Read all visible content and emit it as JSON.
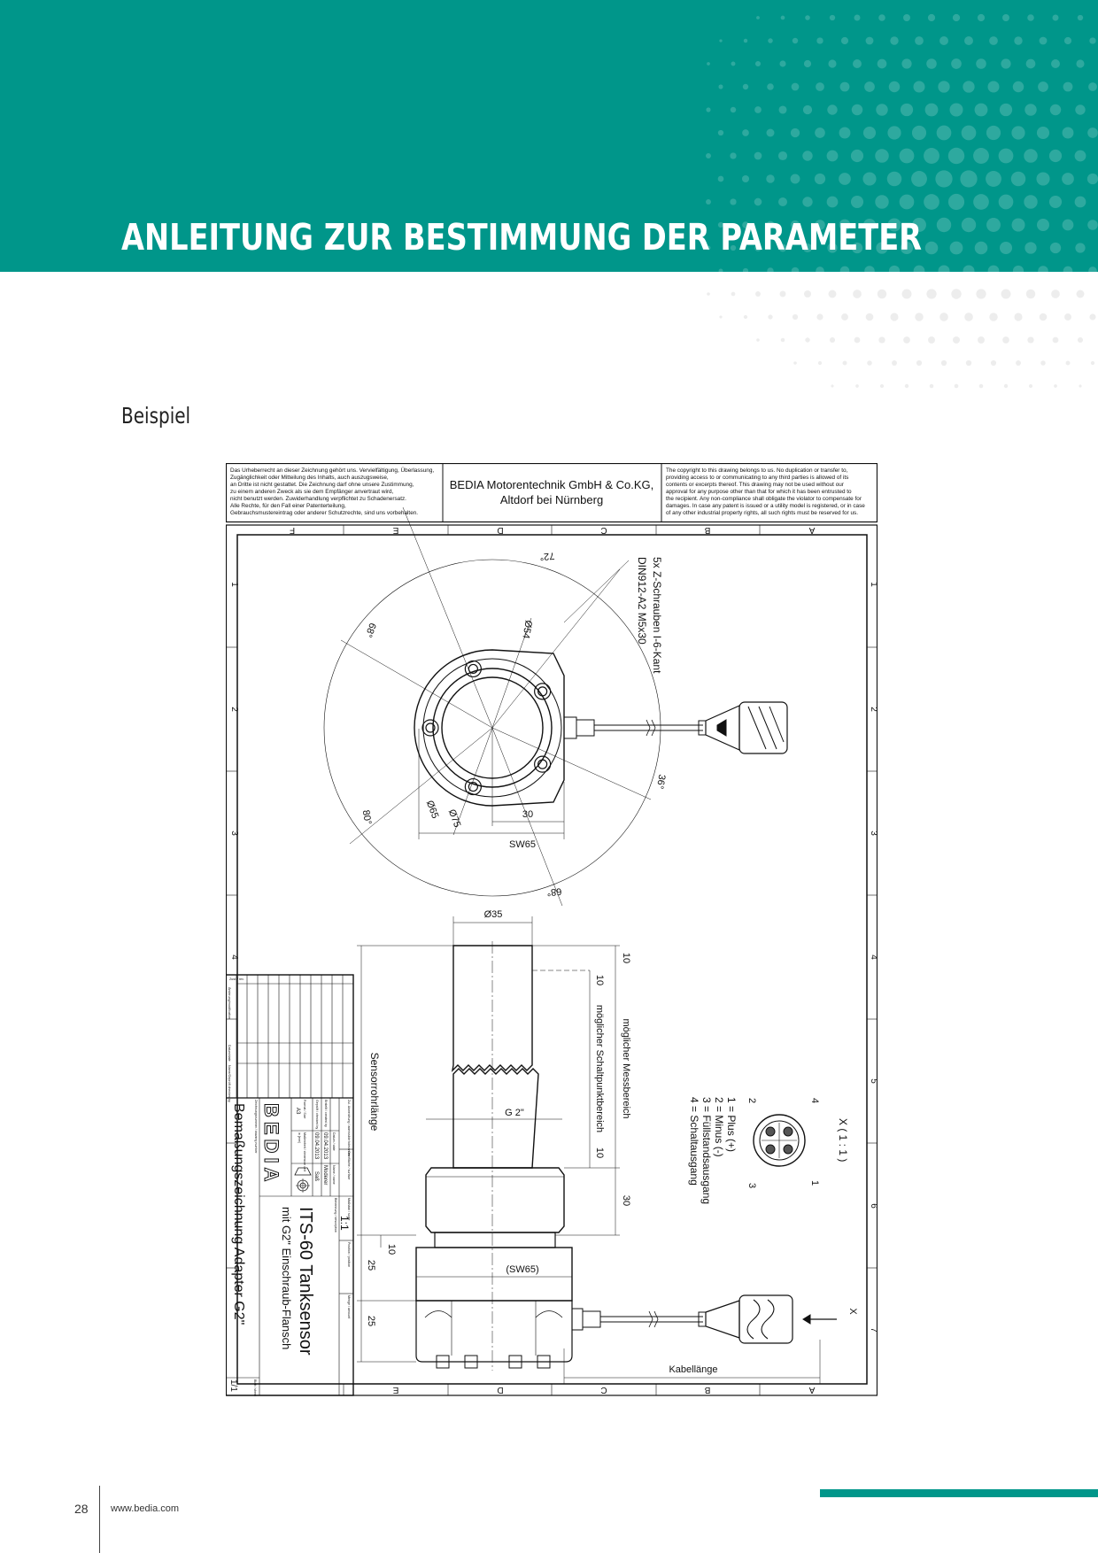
{
  "colors": {
    "teal": "#00968a"
  },
  "header": {
    "title": "ANLEITUNG ZUR BESTIMMUNG DER PARAMETER"
  },
  "section": {
    "heading": "Beispiel"
  },
  "drawing": {
    "copyright_de": [
      "Das Urheberrecht an dieser Zeichnung gehört uns. Vervielfältigung, Überlassung,",
      "Zugänglichkeit oder Mitteilung des Inhalts, auch auszugsweise,",
      "an Dritte ist nicht gestattet. Die Zeichnung darf ohne unsere Zustimmung,",
      "zu einem anderen Zweck als sie dem Empfänger anvertraut wird,",
      "nicht benutzt werden. Zuwiderhandlung verpflichtet zu Schadenersatz.",
      "Alle Rechte, für den Fall einer Patenterteilung,",
      "Gebrauchsmustereintrag oder anderer Schutzrechte, sind uns vorbehalten."
    ],
    "company": [
      "BEDIA Motorentechnik GmbH & Co.KG,",
      "Altdorf bei Nürnberg"
    ],
    "copyright_en": [
      "The copyright to this drawing belongs to us. No duplication or transfer to,",
      "providing access to or communicating to any third parties is allowed of its",
      "contents or excerpts thereof. This drawing may not be used without our",
      "approval for any purpose other than that for which it has been entrusted to",
      "the recipient. Any non-compliance shall obligate the violator to compensate for",
      "damages. In case any patent is issued or a utility model is registered, or in case",
      "of any other industrial property rights, all such rights must be reserved for us."
    ],
    "grid_letters": [
      "F",
      "E",
      "D",
      "C",
      "B",
      "A"
    ],
    "grid_numbers": [
      "1",
      "2",
      "3",
      "4",
      "5",
      "6",
      "7"
    ],
    "top_view": {
      "angle_72": "72°",
      "dia_54": "Ø54",
      "angle_68a": "68°",
      "angle_36": "36°",
      "angle_80": "80°",
      "angle_68b": "68°",
      "dia_65": "Ø65",
      "dia_75": "Ø75",
      "dim_30": "30",
      "sw65": "SW65",
      "screws_line1": "5x Z-Schrauben I-6-Kant",
      "screws_line2": "DIN912-A2 M5x30"
    },
    "side_view": {
      "dia_35": "Ø35",
      "dim_10a": "10",
      "dim_10b": "10",
      "dim_10c": "10",
      "dim_30": "30",
      "dim_10d": "10",
      "dim_25a": "25",
      "dim_25b": "25",
      "thread": "G 2\"",
      "sw65": "(SW65)",
      "measure_range": "möglicher Messbereich",
      "switch_range": "möglicher Schaltpunktbereich",
      "tube_length": "Sensorrohrlänge",
      "cable_length": "Kabellänge",
      "view_x": "X"
    },
    "pin_diagram": {
      "title": "X ( 1 : 1 )",
      "pins": [
        "1",
        "2",
        "3",
        "4"
      ],
      "legend": [
        "1 = Plus (+)",
        "2 = Minus (-)",
        "3 = Füllstandsausgang",
        "4 = Schaltausgang"
      ]
    },
    "title_block": {
      "rev_headers": [
        "Zust. / rev.",
        "Änderung/modification",
        "Datum/date",
        "Name/Geprüft checked by"
      ],
      "tolerance": "Zul. Abweichung / admissible tolerances",
      "surface": "Oberfläche / surface",
      "scale_label": "Maßstab / scale",
      "scale": "1:1",
      "position": "Position / position",
      "amount": "Menge / amount",
      "date_label": "Datum / date",
      "name_label": "Name / name",
      "created_label": "Erstellt / created by",
      "created_date": "09.04.2013",
      "created_name": "Moderer",
      "checked_label": "Geprüft / checked by",
      "checked_date": "09.04.2013",
      "checked_name": "Saß",
      "format_label": "Format / Size",
      "format": "A3",
      "unit_label": "Maßeinheit / dimension unit",
      "unit": "in [mm]",
      "description_label": "Benennung / description",
      "description_1": "ITS-60 Tanksensor",
      "description_2": "mit G2\" Einschraub-Flansch",
      "drawing_no_label": "Zeichnungsnummer / drawing number",
      "drawing_no": "Bemaßungszeichnung Adapter G2\"",
      "sheet_label": "Blatt / sheet",
      "sheet": "1/1",
      "logo": "BEDIA"
    }
  },
  "footer": {
    "page": "28",
    "url": "www.bedia.com"
  }
}
